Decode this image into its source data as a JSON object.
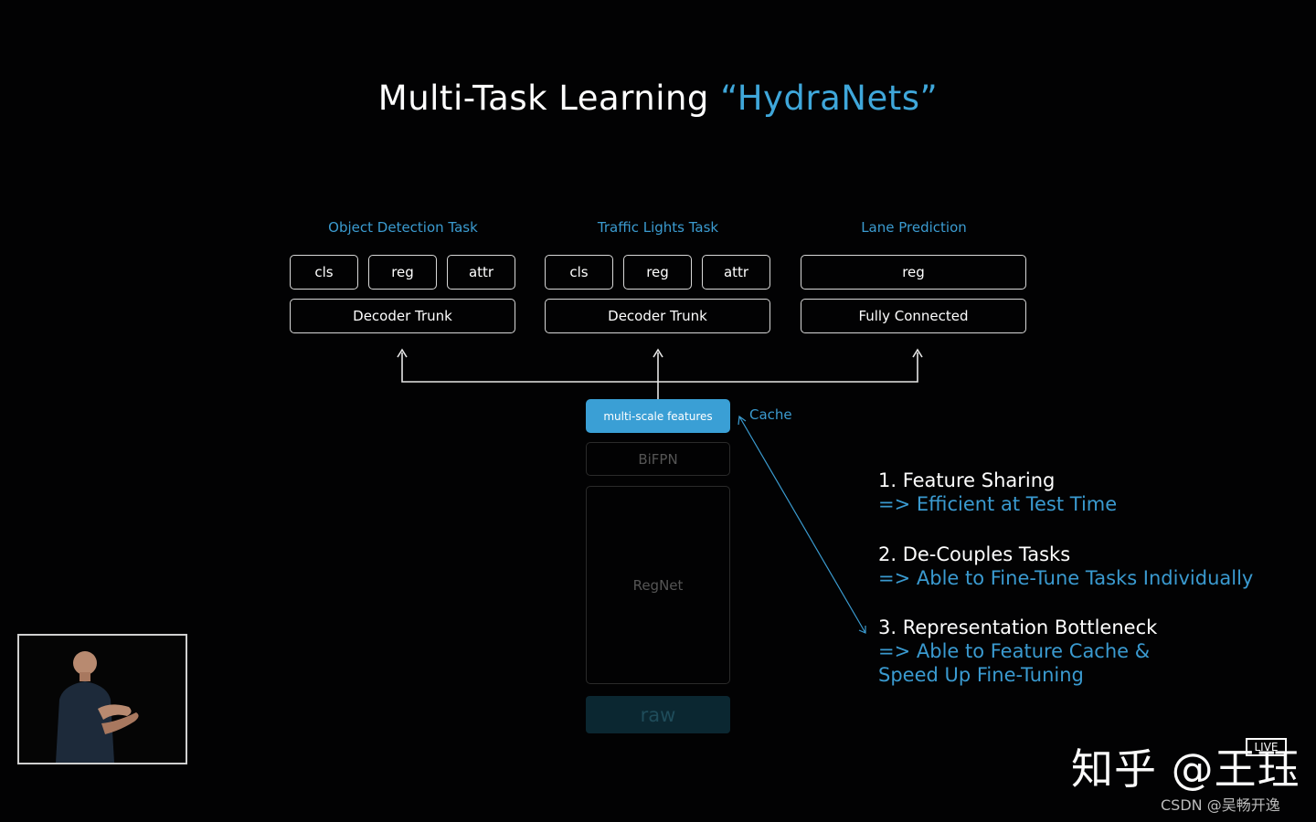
{
  "title": {
    "main": "Multi-Task Learning ",
    "accent": "“HydraNets”"
  },
  "tasks": [
    {
      "label": "Object Detection Task",
      "heads": [
        "cls",
        "reg",
        "attr"
      ],
      "trunk": "Decoder Trunk"
    },
    {
      "label": "Traffic Lights Task",
      "heads": [
        "cls",
        "reg",
        "attr"
      ],
      "trunk": "Decoder Trunk"
    },
    {
      "label": "Lane Prediction",
      "heads": [
        "reg"
      ],
      "trunk": "Fully Connected"
    }
  ],
  "backbone": {
    "features": "multi-scale features",
    "bifpn": "BiFPN",
    "regnet": "RegNet",
    "raw": "raw",
    "cache": "Cache"
  },
  "points": [
    {
      "heading": "1. Feature Sharing",
      "sub": [
        "=> Efficient at Test Time"
      ]
    },
    {
      "heading": "2. De-Couples Tasks",
      "sub": [
        "=> Able to Fine-Tune Tasks Individually"
      ]
    },
    {
      "heading": "3. Representation Bottleneck",
      "sub": [
        "=> Able to Feature Cache &",
        "Speed Up Fine-Tuning"
      ]
    }
  ],
  "watermark": {
    "text": "知乎 @王珏",
    "live": "LIVE",
    "csdn": "CSDN @吴畅开逸"
  },
  "colors": {
    "accent": "#3fa7da",
    "feature_box": "#3a9fd5",
    "background": "#020203"
  }
}
